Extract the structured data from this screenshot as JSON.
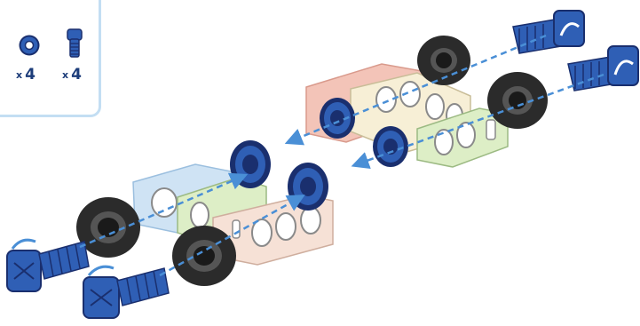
{
  "parts_list": [
    {
      "name": "hex-nut-spacer",
      "multiplier": "x",
      "count": "4"
    },
    {
      "name": "hex-bolt",
      "multiplier": "x",
      "count": "4"
    }
  ],
  "colors": {
    "nut_blue": "#2f5fb5",
    "nut_dark": "#1a2f6e",
    "wheel_black": "#2b2b2b",
    "arrow_blue": "#4a8fd6",
    "bracket_red": "#f3c4b8",
    "bracket_cream": "#f7efd6",
    "bracket_green": "#ddeec6",
    "bracket_blue": "#cfe3f4",
    "box_border": "#c3def3"
  }
}
